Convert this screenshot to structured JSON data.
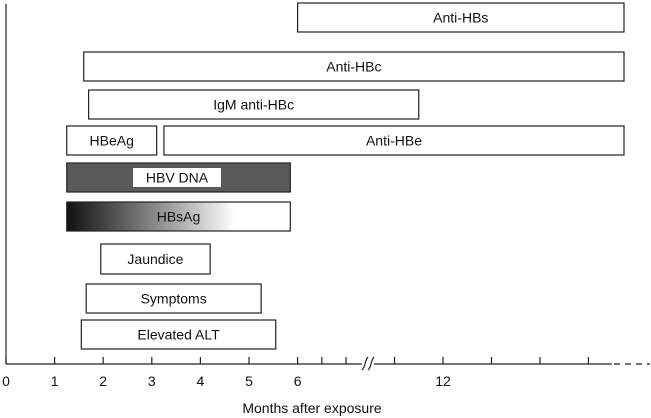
{
  "chart_data": {
    "type": "timeline",
    "xlabel": "Months after exposure",
    "ticks": [
      {
        "value": 0,
        "label": "0"
      },
      {
        "value": 1,
        "label": "1"
      },
      {
        "value": 2,
        "label": "2"
      },
      {
        "value": 3,
        "label": "3"
      },
      {
        "value": 4,
        "label": "4"
      },
      {
        "value": 5,
        "label": "5"
      },
      {
        "value": 6,
        "label": "6"
      },
      {
        "value": 12,
        "label": "12"
      }
    ],
    "axis_break_after": 6,
    "axis_continues_dashed": true,
    "bars": [
      {
        "id": "anti-hbs",
        "label": "Anti-HBs",
        "start": 6.0,
        "end": 30,
        "style": "outline"
      },
      {
        "id": "anti-hbc",
        "label": "Anti-HBc",
        "start": 1.6,
        "end": 30,
        "style": "outline"
      },
      {
        "id": "igm-anti-hbc",
        "label": "IgM anti-HBc",
        "start": 1.7,
        "end": 11,
        "style": "outline"
      },
      {
        "id": "hbeag",
        "label": "HBeAg",
        "start": 1.25,
        "end": 3.1,
        "style": "outline"
      },
      {
        "id": "anti-hbe",
        "label": "Anti-HBe",
        "start": 3.25,
        "end": 30,
        "style": "outline"
      },
      {
        "id": "hbv-dna",
        "label": "HBV DNA",
        "start": 1.25,
        "end": 5.85,
        "style": "dark-fill"
      },
      {
        "id": "hbsag",
        "label": "HBsAg",
        "start": 1.25,
        "end": 5.85,
        "style": "gradient"
      },
      {
        "id": "jaundice",
        "label": "Jaundice",
        "start": 1.95,
        "end": 4.2,
        "style": "outline"
      },
      {
        "id": "symptoms",
        "label": "Symptoms",
        "start": 1.65,
        "end": 5.25,
        "style": "outline"
      },
      {
        "id": "elevated-alt",
        "label": "Elevated ALT",
        "start": 1.55,
        "end": 5.55,
        "style": "outline"
      }
    ],
    "colors": {
      "dark_fill": "#5a5a5a",
      "gradient_start": "#111111",
      "gradient_mid": "#9a9a9a",
      "gradient_end": "#ffffff",
      "stroke": "#222222"
    }
  }
}
